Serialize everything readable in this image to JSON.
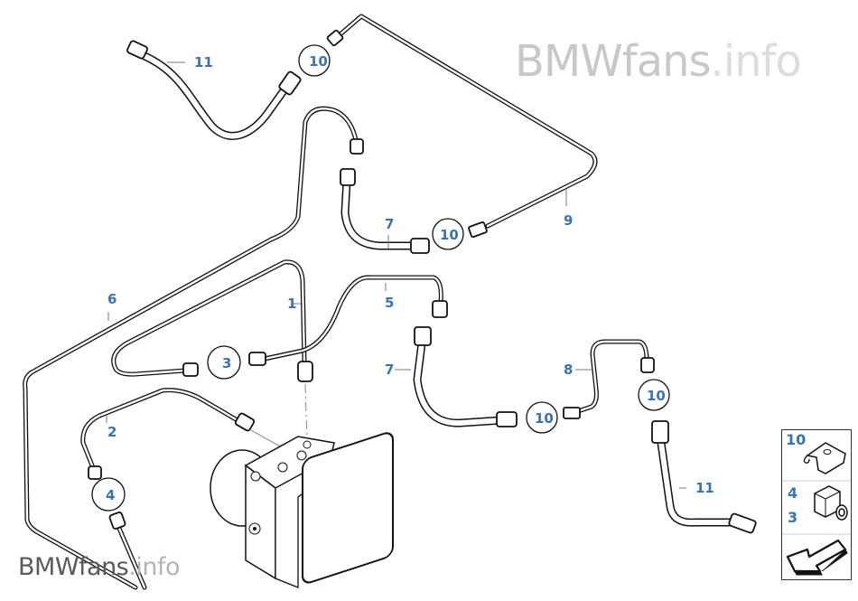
{
  "title": "Brake pipe, ABS/ASC+T hydraulic unit — parts diagram",
  "watermark": {
    "top": {
      "brand": "BMWfans",
      "suffix": ".info"
    },
    "bottom": {
      "brand": "BMWfans",
      "suffix": ".info"
    }
  },
  "colors": {
    "label": "#3a73b5",
    "line": "#111111",
    "watermark_top": "#c8c8c8",
    "watermark_bottom": "#5a5a5a"
  },
  "callouts": [
    {
      "id": "c11a",
      "number": "11",
      "part": "brake-hose-upper-left",
      "circled": false
    },
    {
      "id": "c10a",
      "number": "10",
      "part": "clip-top",
      "circled": true
    },
    {
      "id": "c7a",
      "number": "7",
      "part": "brake-hose-upper",
      "circled": false
    },
    {
      "id": "c10b",
      "number": "10",
      "part": "clip-upper-mid",
      "circled": true
    },
    {
      "id": "c9",
      "number": "9",
      "part": "brake-pipe-long-right",
      "circled": false
    },
    {
      "id": "c6",
      "number": "6",
      "part": "brake-pipe-long-left",
      "circled": false
    },
    {
      "id": "c1",
      "number": "1",
      "part": "brake-pipe-vertical",
      "circled": false
    },
    {
      "id": "c5",
      "number": "5",
      "part": "brake-pipe-mid",
      "circled": false
    },
    {
      "id": "c3",
      "number": "3",
      "part": "adapter-fitting",
      "circled": true
    },
    {
      "id": "c7b",
      "number": "7",
      "part": "brake-hose-lower",
      "circled": false
    },
    {
      "id": "c8",
      "number": "8",
      "part": "brake-pipe-right",
      "circled": false
    },
    {
      "id": "c10c",
      "number": "10",
      "part": "clip-right",
      "circled": true
    },
    {
      "id": "c10d",
      "number": "10",
      "part": "clip-lower-mid",
      "circled": true
    },
    {
      "id": "c2",
      "number": "2",
      "part": "brake-pipe-lower-left",
      "circled": false
    },
    {
      "id": "c4",
      "number": "4",
      "part": "union-nut",
      "circled": true
    },
    {
      "id": "c11b",
      "number": "11",
      "part": "brake-hose-lower-right",
      "circled": false
    }
  ],
  "legend": {
    "items": [
      {
        "number": "10",
        "icon": "bracket-clip-icon"
      },
      {
        "number": "4",
        "icon": "hex-adapter-icon"
      },
      {
        "number": "3",
        "icon": "hex-adapter-icon"
      }
    ],
    "navigation": {
      "icon": "back-arrow-icon"
    }
  }
}
